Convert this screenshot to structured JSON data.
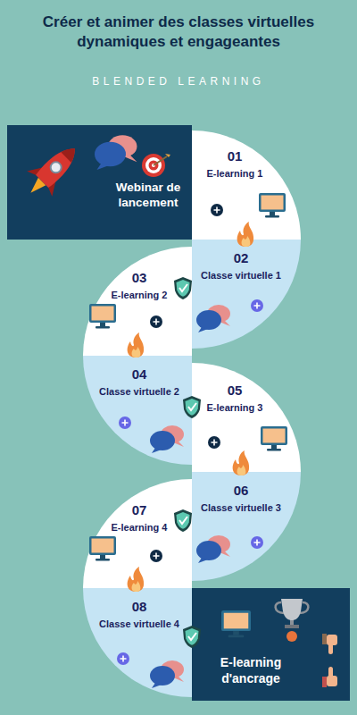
{
  "diagram": {
    "title": "Créer et animer des classes virtuelles dynamiques et engageantes",
    "nodes": [
      {
        "text": [
          "Webinar de lancement"
        ]
      },
      {
        "text": [
          "01",
          "E-learning 1"
        ]
      },
      {
        "text": [
          "02",
          "Classe virtuelle 1"
        ]
      },
      {
        "text": [
          "03",
          "E-learning 2"
        ]
      },
      {
        "text": [
          "04",
          "Classe virtuelle 2"
        ]
      },
      {
        "text": [
          "05",
          "E-learning 3"
        ]
      },
      {
        "text": [
          "06",
          "Classe virtuelle 3"
        ]
      },
      {
        "text": [
          "07",
          "E-learning 4"
        ]
      },
      {
        "text": [
          "08",
          "Classe virtuelle 4"
        ]
      },
      {
        "text": [
          "E-learning d'ancrage"
        ]
      }
    ],
    "labels": [
      "BLENDED LEARNING"
    ]
  }
}
